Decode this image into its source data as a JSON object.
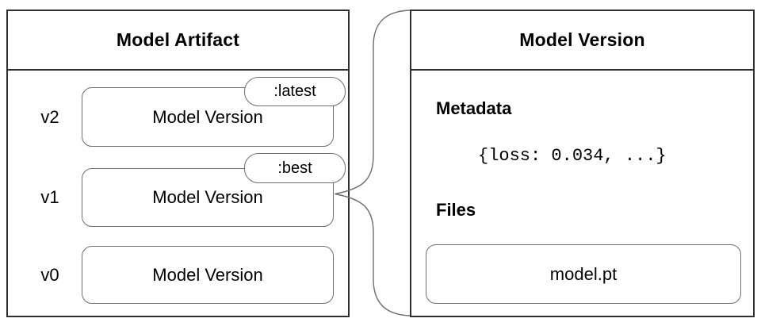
{
  "colors": {
    "background": "#ffffff",
    "panel_border": "#2f2f2f",
    "box_border": "#6e6e6e",
    "text": "#000000"
  },
  "artifact_panel": {
    "title": "Model Artifact",
    "rows": [
      {
        "version_label": "v2",
        "box_label": "Model Version",
        "tag": ":latest"
      },
      {
        "version_label": "v1",
        "box_label": "Model Version",
        "tag": ":best"
      },
      {
        "version_label": "v0",
        "box_label": "Model Version"
      }
    ]
  },
  "version_panel": {
    "title": "Model Version",
    "metadata_heading": "Metadata",
    "metadata_value": "{loss: 0.034, ...}",
    "files_heading": "Files",
    "file_label": "model.pt"
  }
}
